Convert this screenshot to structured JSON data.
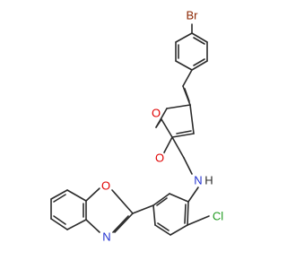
{
  "molecule": {
    "atoms": {
      "br": {
        "label": "Br",
        "color": "#8b2500"
      },
      "o_furan": {
        "label": "O",
        "color": "#e00000"
      },
      "o_carbonyl": {
        "label": "O",
        "color": "#e00000"
      },
      "n_amide": {
        "label": "N",
        "color": "#2030d0"
      },
      "h_amide": {
        "label": "H",
        "color": "#2b2b2b"
      },
      "o_benzoxazole": {
        "label": "O",
        "color": "#e00000"
      },
      "n_benzoxazole": {
        "label": "N",
        "color": "#2030d0"
      },
      "cl": {
        "label": "Cl",
        "color": "#1f9a1f"
      }
    },
    "bond_color": "#2b2b2b"
  }
}
